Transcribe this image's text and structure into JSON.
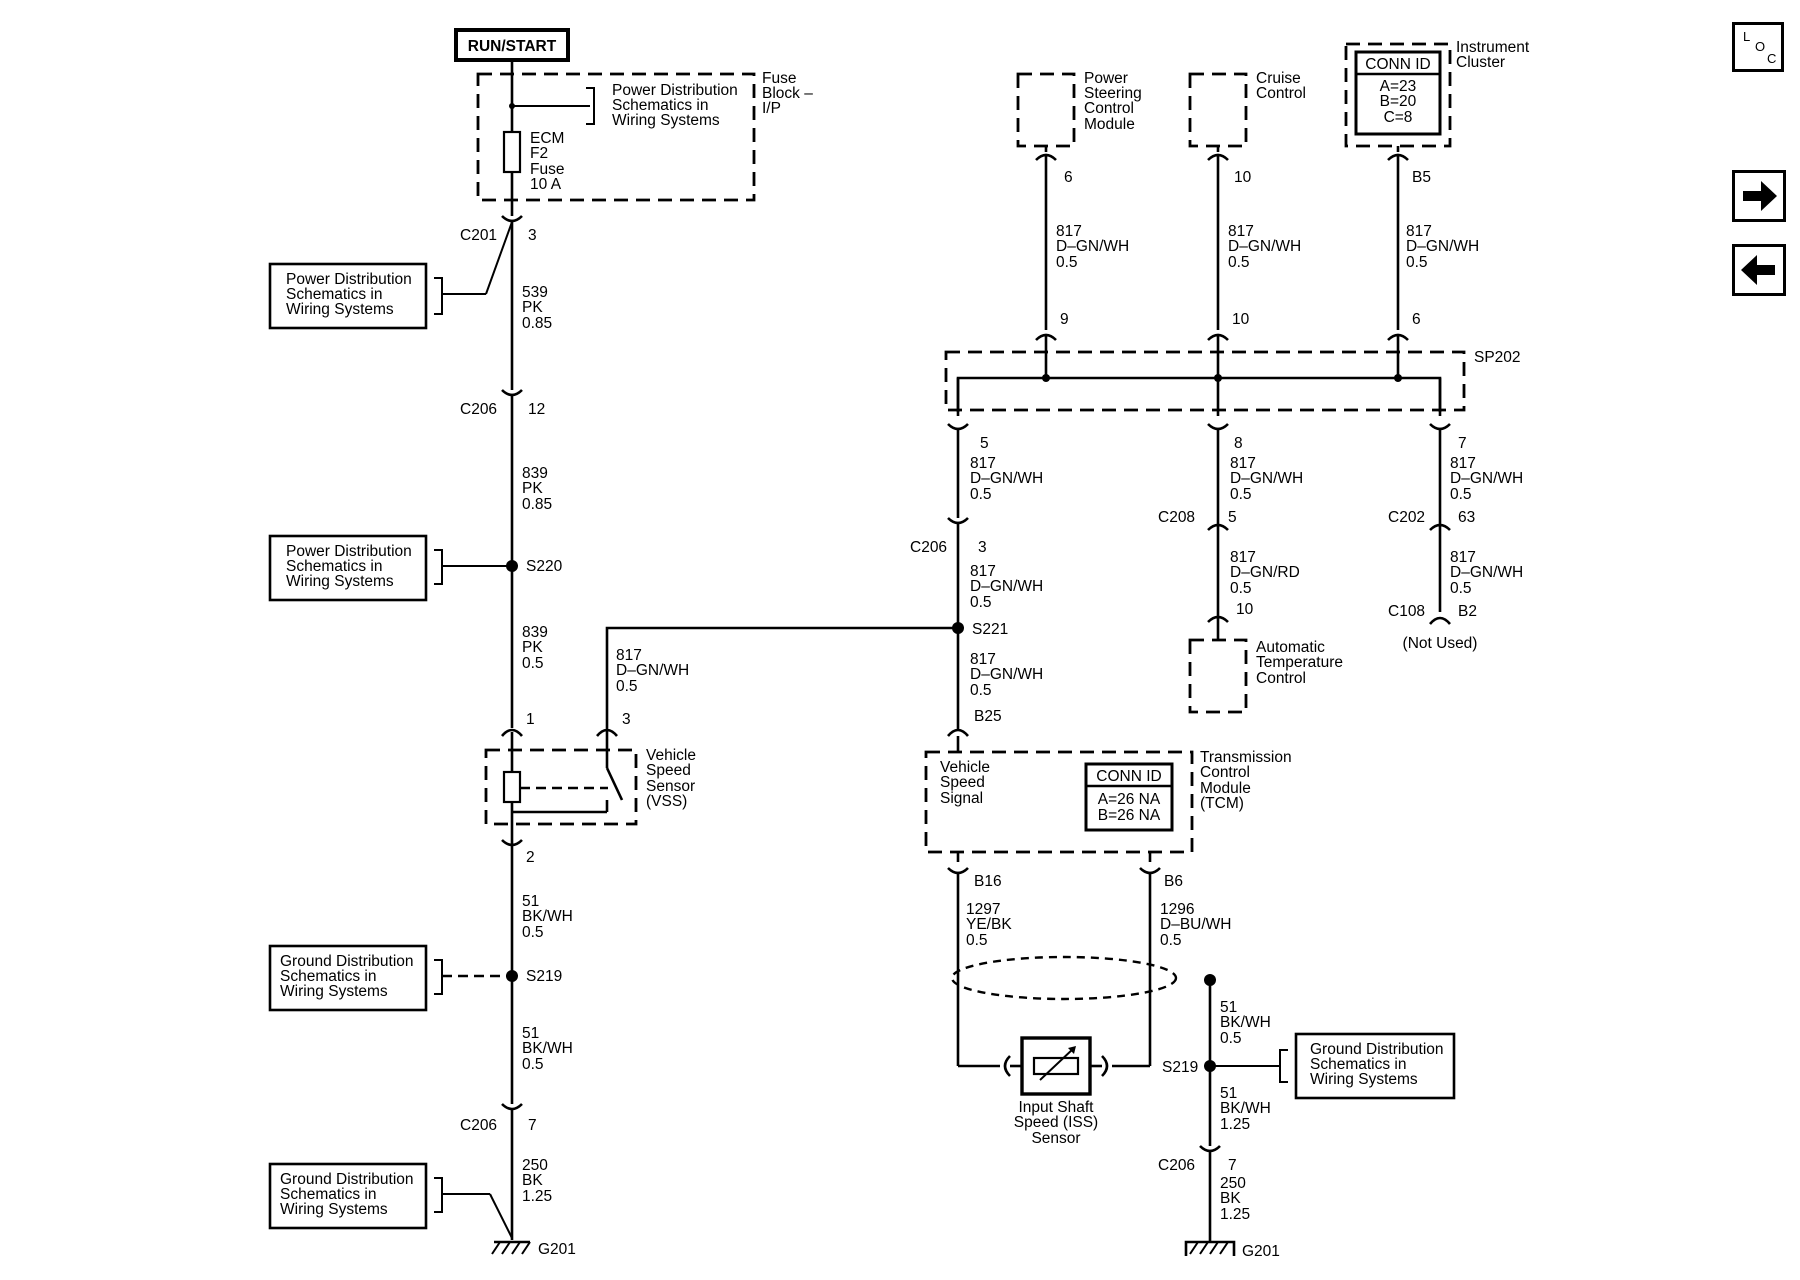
{
  "run_start": "RUN/START",
  "fuse_block": {
    "label": [
      "Fuse",
      "Block –",
      "I/P"
    ],
    "ref": [
      "Power Distribution",
      "Schematics in",
      "Wiring Systems"
    ],
    "fuse": [
      "ECM",
      "F2",
      "Fuse",
      "10 A"
    ]
  },
  "left_chain": {
    "c201": "C201",
    "c201_pin": "3",
    "w1": [
      "539",
      "PK",
      "0.85"
    ],
    "c206a": "C206",
    "c206a_pin": "12",
    "w2": [
      "839",
      "PK",
      "0.85"
    ],
    "s220": "S220",
    "w3": [
      "839",
      "PK",
      "0.5"
    ],
    "vss_pin1": "1",
    "vss_pin3": "3",
    "vss_label": [
      "Vehicle",
      "Speed",
      "Sensor",
      "(VSS)"
    ],
    "vss_wire": [
      "817",
      "D–GN/WH",
      "0.5"
    ],
    "vss_pin2": "2",
    "w4": [
      "51",
      "BK/WH",
      "0.5"
    ],
    "s219": "S219",
    "w5": [
      "51",
      "BK/WH",
      "0.5"
    ],
    "c206b": "C206",
    "c206b_pin": "7",
    "w6": [
      "250",
      "BK",
      "1.25"
    ],
    "g201": "G201"
  },
  "refs": {
    "power1": [
      "Power Distribution",
      "Schematics in",
      "Wiring Systems"
    ],
    "power2": [
      "Power Distribution",
      "Schematics in",
      "Wiring Systems"
    ],
    "ground1": [
      "Ground Distribution",
      "Schematics in",
      "Wiring Systems"
    ],
    "ground2": [
      "Ground Distribution",
      "Schematics in",
      "Wiring Systems"
    ],
    "ground3": [
      "Ground Distribution",
      "Schematics in",
      "Wiring Systems"
    ]
  },
  "top_modules": {
    "psc": [
      "Power",
      "Steering",
      "Control",
      "Module"
    ],
    "psc_pin": "6",
    "cruise": [
      "Cruise",
      "Control"
    ],
    "cruise_pin": "10",
    "ic": [
      "Instrument",
      "Cluster"
    ],
    "ic_pin": "B5",
    "ic_conn_title": "CONN ID",
    "ic_conn": [
      "A=23",
      "B=20",
      "C=8"
    ],
    "wire": [
      "817",
      "D–GN/WH",
      "0.5"
    ]
  },
  "splice_pack": {
    "name": "SP202",
    "top_pins": [
      "9",
      "10",
      "6"
    ],
    "bottom_pins": [
      "5",
      "8",
      "7"
    ]
  },
  "center_chain": {
    "wire": [
      "817",
      "D–GN/WH",
      "0.5"
    ],
    "c206": "C206",
    "c206_pin": "3",
    "s221": "S221",
    "tcm_pin": "B25"
  },
  "atc_chain": {
    "wire1": [
      "817",
      "D–GN/WH",
      "0.5"
    ],
    "c208": "C208",
    "c208_pin": "5",
    "wire2": [
      "817",
      "D–GN/RD",
      "0.5"
    ],
    "atc_pin": "10",
    "atc": [
      "Automatic",
      "Temperature",
      "Control"
    ]
  },
  "right_chain": {
    "wire1": [
      "817",
      "D–GN/WH",
      "0.5"
    ],
    "c202": "C202",
    "c202_pin": "63",
    "wire2": [
      "817",
      "D–GN/WH",
      "0.5"
    ],
    "c108": "C108",
    "c108_pin": "B2",
    "not_used": "(Not Used)"
  },
  "tcm": {
    "signal": [
      "Vehicle",
      "Speed",
      "Signal"
    ],
    "conn_title": "CONN ID",
    "conn": [
      "A=26 NA",
      "B=26 NA"
    ],
    "label": [
      "Transmission",
      "Control",
      "Module",
      "(TCM)"
    ],
    "pin_b16": "B16",
    "pin_b6": "B6",
    "w_b16": [
      "1297",
      "YE/BK",
      "0.5"
    ],
    "w_b6": [
      "1296",
      "D–BU/WH",
      "0.5"
    ]
  },
  "iss": {
    "label": [
      "Input Shaft",
      "Speed (ISS)",
      "Sensor"
    ],
    "s219": "S219",
    "w1": [
      "51",
      "BK/WH",
      "0.5"
    ],
    "w2": [
      "51",
      "BK/WH",
      "1.25"
    ],
    "c206": "C206",
    "c206_pin": "7",
    "w3": [
      "250",
      "BK",
      "1.25"
    ],
    "g201": "G201"
  },
  "nav": {
    "loc_letters": [
      "L",
      "O",
      "C"
    ]
  }
}
